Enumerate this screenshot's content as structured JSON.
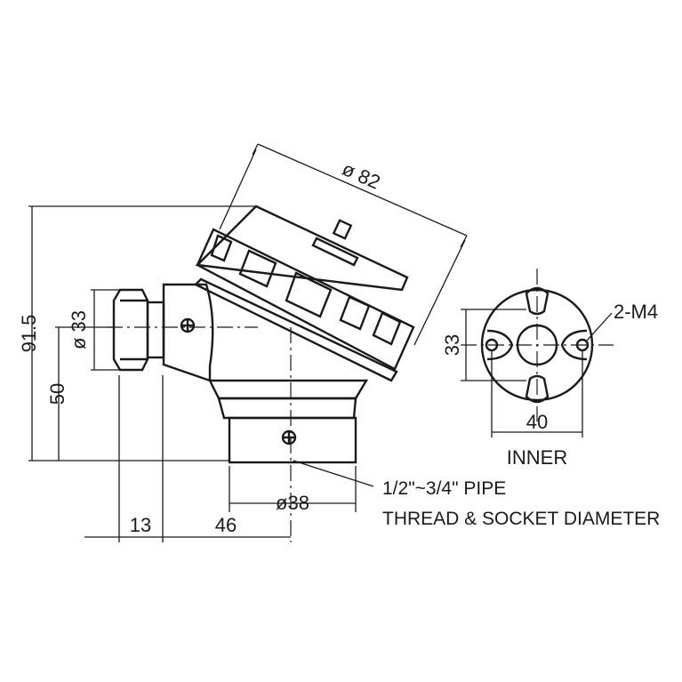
{
  "colors": {
    "ink": "#1a1a1a",
    "background": "#ffffff"
  },
  "dimensions": {
    "cap_diameter": "ø 82",
    "cable_gland_diameter": "ø 33",
    "total_height": "91.5",
    "gland_center_height": "50",
    "gland_offset": "13",
    "gland_to_center": "46",
    "socket_diameter": "ø38",
    "inner_height": "33",
    "inner_width": "40"
  },
  "labels": {
    "screw_holes": "2-M4",
    "inner_view": "INNER",
    "thread_note_line1": "1/2\"~3/4\" PIPE",
    "thread_note_line2": "THREAD & SOCKET DIAMETER"
  }
}
